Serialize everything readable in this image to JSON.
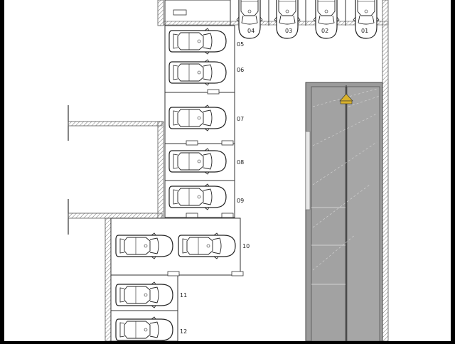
{
  "plan": {
    "spots": [
      {
        "id": "01"
      },
      {
        "id": "02"
      },
      {
        "id": "03"
      },
      {
        "id": "04"
      },
      {
        "id": "05"
      },
      {
        "id": "06"
      },
      {
        "id": "07"
      },
      {
        "id": "08"
      },
      {
        "id": "09"
      },
      {
        "id": "10"
      },
      {
        "id": "11"
      },
      {
        "id": "12"
      }
    ]
  },
  "colors": {
    "frame": "#000000",
    "paper": "#ffffff",
    "wall": "#9a9a9a",
    "wall_stroke": "#555555",
    "ramp": "#9b9b9b",
    "car_body": "#ffffff",
    "car_stroke": "#222222",
    "arrow": "#d9b12a"
  }
}
